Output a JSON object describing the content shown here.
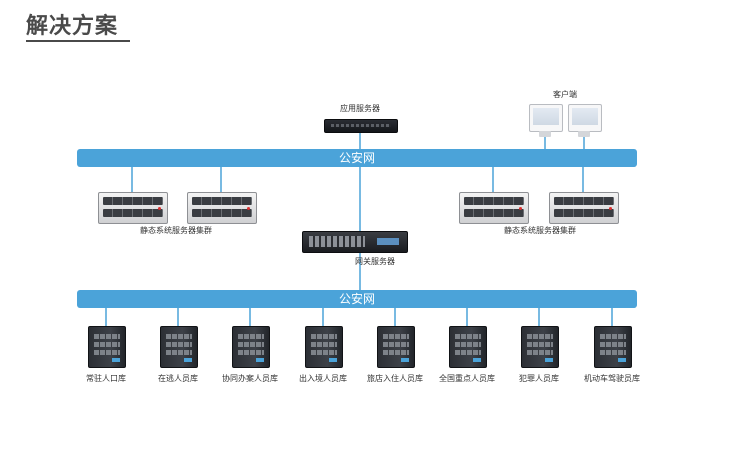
{
  "title": "解决方案",
  "app_server_label": "应用服务器",
  "client_label": "客户端",
  "network_top_label": "公安网",
  "network_bottom_label": "公安网",
  "static_cluster_left_label": "静态系统服务器集群",
  "static_cluster_right_label": "静态系统服务器集群",
  "gateway_label": "网关服务器",
  "databases": [
    {
      "label": "常驻人口库"
    },
    {
      "label": "在逃人员库"
    },
    {
      "label": "协同办案人员库"
    },
    {
      "label": "出入境人员库"
    },
    {
      "label": "旅店入住人员库"
    },
    {
      "label": "全国重点人员库"
    },
    {
      "label": "犯罪人员库"
    },
    {
      "label": "机动车驾驶员库"
    }
  ],
  "colors": {
    "network_bus": "#4ba3d9",
    "connector": "#4ba3d9"
  }
}
